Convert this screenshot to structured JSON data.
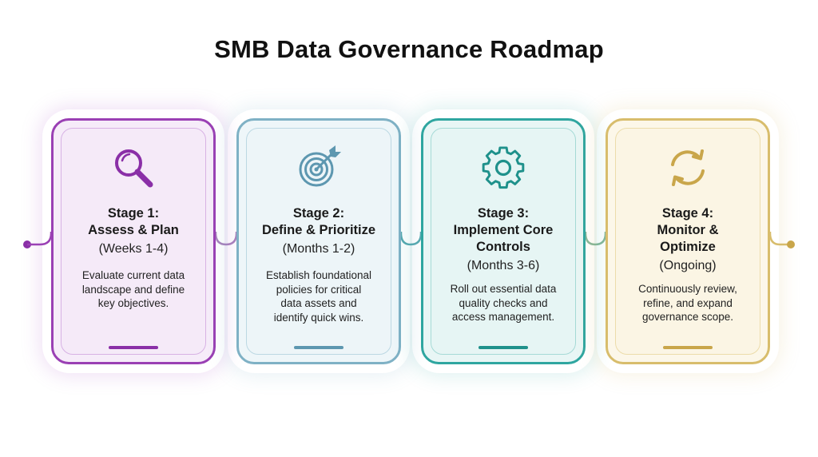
{
  "title": "SMB Data Governance Roadmap",
  "stages": [
    {
      "title_lines": [
        "Stage 1:",
        "Assess & Plan"
      ],
      "period": "(Weeks 1-4)",
      "description_lines": [
        "Evaluate current data",
        "landscape and define",
        "key objectives."
      ],
      "icon": "magnifying-glass-icon",
      "color": "#9a40b4"
    },
    {
      "title_lines": [
        "Stage 2:",
        "Define & Prioritize"
      ],
      "period": "(Months 1-2)",
      "description_lines": [
        "Establish foundational",
        "policies for critical",
        "data assets and",
        "identify quick wins."
      ],
      "icon": "target-icon",
      "color": "#7fb1c5"
    },
    {
      "title_lines": [
        "Stage 3:",
        "Implement Core",
        "Controls"
      ],
      "period": "(Months 3-6)",
      "description_lines": [
        "Roll out essential data",
        "quality checks and",
        "access management."
      ],
      "icon": "gear-icon",
      "color": "#2fa6a0"
    },
    {
      "title_lines": [
        "Stage 4:",
        "Monitor &",
        "Optimize"
      ],
      "period": "(Ongoing)",
      "description_lines": [
        "Continuously review,",
        "refine, and expand",
        "governance scope."
      ],
      "icon": "refresh-icon",
      "color": "#d8bd6c"
    }
  ]
}
